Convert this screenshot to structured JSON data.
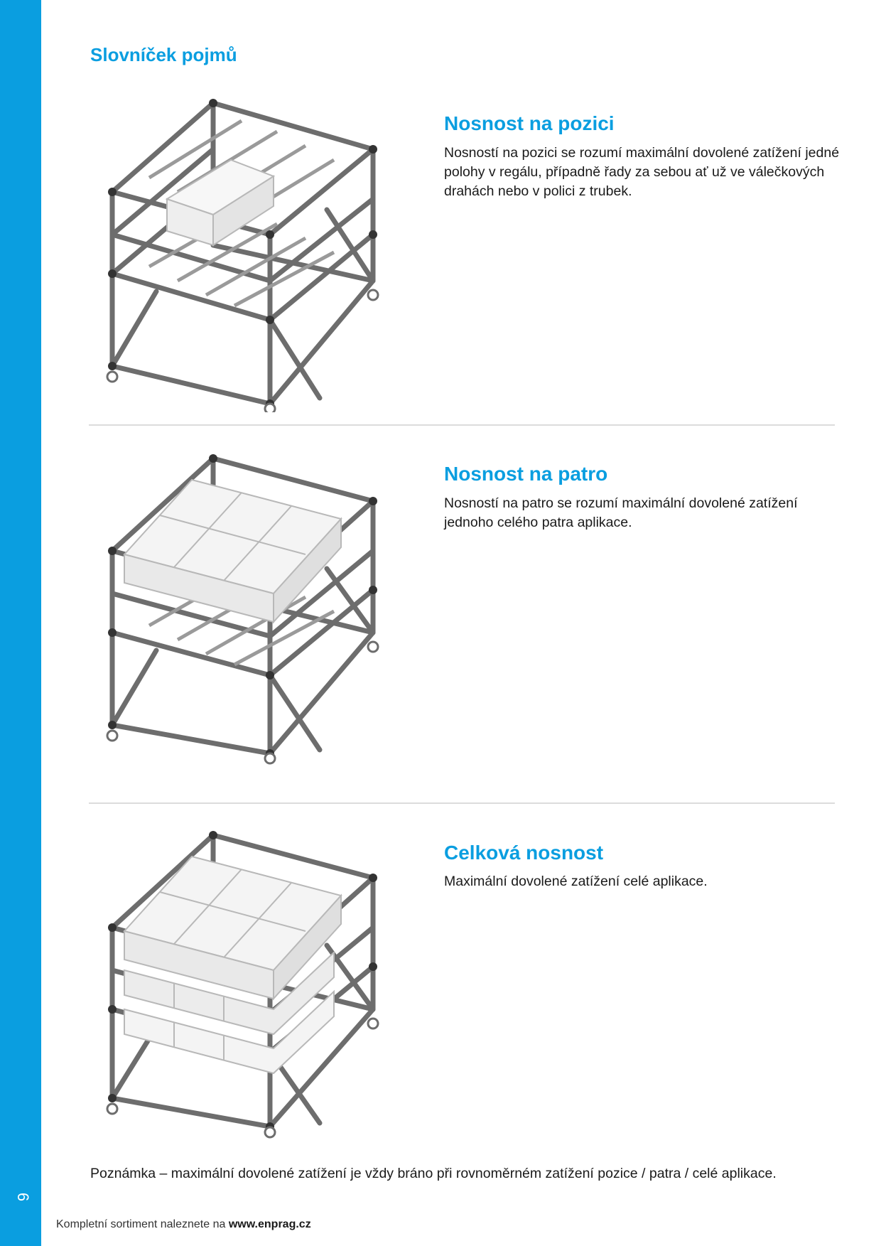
{
  "page": {
    "title": "Slovníček pojmů",
    "page_number": "6",
    "accent_color": "#0a9ee0"
  },
  "sections": [
    {
      "heading": "Nosnost na pozici",
      "text": "Nosností na pozici se rozumí maximální dovolené zatížení jedné polohy v regálu, případně řady za sebou ať už ve válečkových drahách nebo v polici z trubek.",
      "illustration": "rack-single-box"
    },
    {
      "heading": "Nosnost na patro",
      "text": "Nosností na patro se rozumí maximální dovolené zatížení jednoho celého patra aplikace.",
      "illustration": "rack-full-shelf"
    },
    {
      "heading": "Celková nosnost",
      "text": "Maximální dovolené zatížení celé aplikace.",
      "illustration": "rack-fully-loaded"
    }
  ],
  "note": "Poznámka – maximální dovolené zatížení je vždy bráno při rovnoměrném zatížení pozice / patra / celé aplikace.",
  "footer": {
    "text": "Kompletní sortiment naleznete na",
    "link": "www.enprag.cz"
  }
}
